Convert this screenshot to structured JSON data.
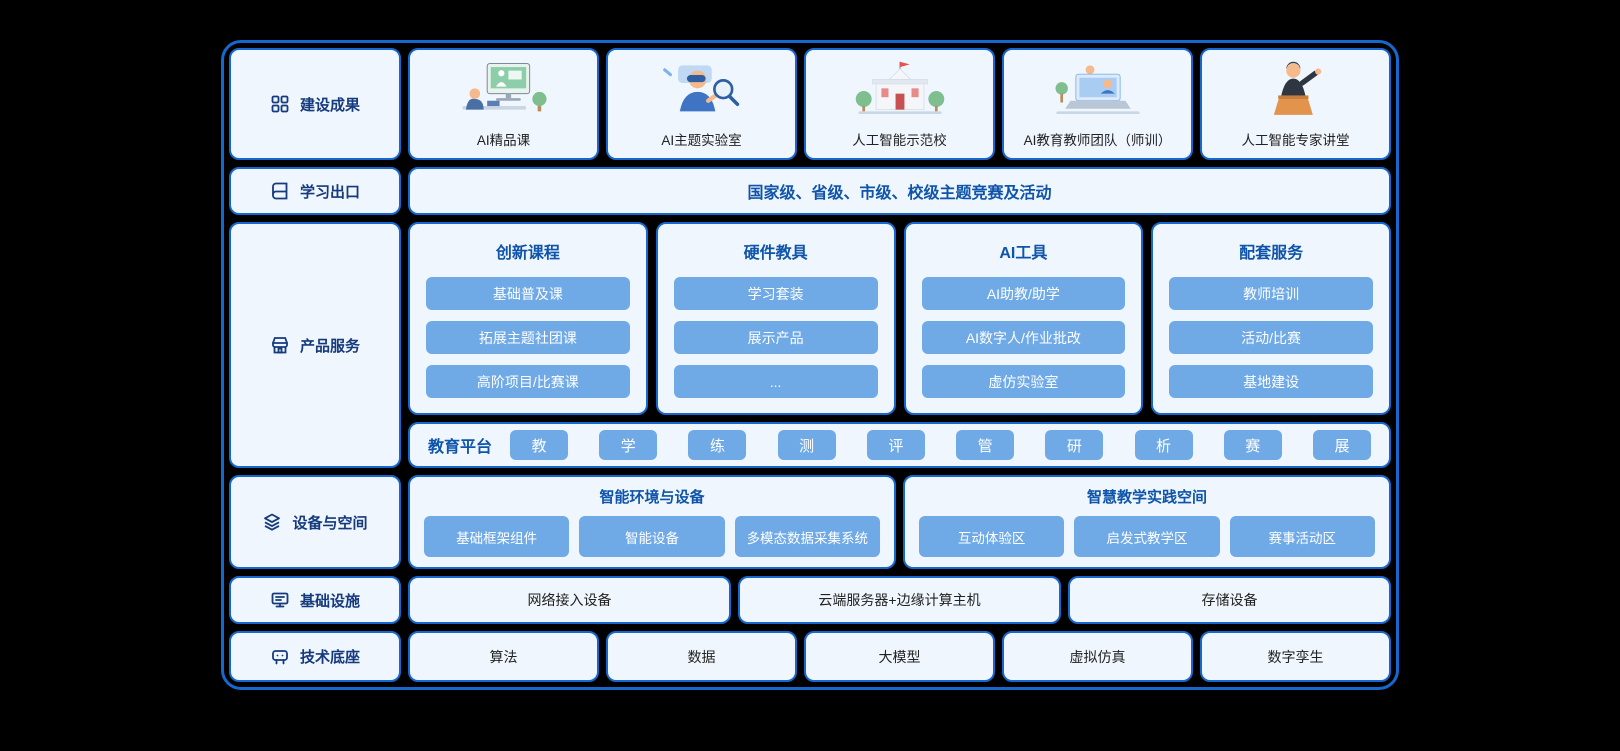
{
  "achievements": {
    "label": "建设成果",
    "icon": "grid-icon",
    "items": [
      {
        "illustration": "ai-course-illustration",
        "label": "AI精品课"
      },
      {
        "illustration": "ai-lab-illustration",
        "label": "AI主题实验室"
      },
      {
        "illustration": "ai-school-illustration",
        "label": "人工智能示范校"
      },
      {
        "illustration": "teacher-team-illustration",
        "label": "AI教育教师团队（师训）"
      },
      {
        "illustration": "expert-lecture-illustration",
        "label": "人工智能专家讲堂"
      }
    ]
  },
  "learning_exit": {
    "label": "学习出口",
    "icon": "book-icon",
    "content": "国家级、省级、市级、校级主题竞赛及活动"
  },
  "products": {
    "label": "产品服务",
    "icon": "store-icon",
    "columns": [
      {
        "title": "创新课程",
        "items": [
          "基础普及课",
          "拓展主题社团课",
          "高阶项目/比赛课"
        ]
      },
      {
        "title": "硬件教具",
        "items": [
          "学习套装",
          "展示产品",
          "..."
        ]
      },
      {
        "title": "AI工具",
        "items": [
          "AI助教/助学",
          "AI数字人/作业批改",
          "虚仿实验室"
        ]
      },
      {
        "title": "配套服务",
        "items": [
          "教师培训",
          "活动/比赛",
          "基地建设"
        ]
      }
    ],
    "platform": {
      "label": "教育平台",
      "tags": [
        "教",
        "学",
        "练",
        "测",
        "评",
        "管",
        "研",
        "析",
        "赛",
        "展"
      ]
    }
  },
  "equipment": {
    "label": "设备与空间",
    "icon": "layers-icon",
    "sections": [
      {
        "title": "智能环境与设备",
        "items": [
          "基础框架组件",
          "智能设备",
          "多模态数据采集系统"
        ]
      },
      {
        "title": "智慧教学实践空间",
        "items": [
          "互动体验区",
          "启发式教学区",
          "赛事活动区"
        ]
      }
    ]
  },
  "infrastructure": {
    "label": "基础设施",
    "icon": "monitor-icon",
    "items": [
      "网络接入设备",
      "云端服务器+边缘计算主机",
      "存储设备"
    ]
  },
  "tech_base": {
    "label": "技术底座",
    "icon": "chip-icon",
    "items": [
      "算法",
      "数据",
      "大模型",
      "虚拟仿真",
      "数字孪生"
    ]
  },
  "colors": {
    "border_blue": "#1668CE",
    "cell_bg": "#F0F6FD",
    "chip_blue": "#6FA9E6",
    "title_blue": "#0E54AA",
    "label_navy": "#153A7E",
    "text_dark": "#222222",
    "page_bg": "#000000"
  }
}
